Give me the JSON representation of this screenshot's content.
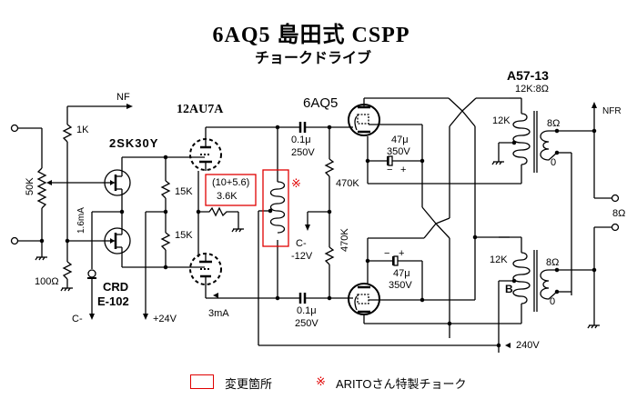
{
  "title": "6AQ5 島田式 CSPP",
  "subtitle": "チョークドライブ",
  "components": {
    "input_pot": "50K",
    "r_1k": "1K",
    "r_100": "100Ω",
    "fet": "2SK30Y",
    "fet_current": "1.6mA",
    "crd_name": "CRD",
    "crd_part": "E-102",
    "c_minus_left": "C-",
    "plus24": "+24V",
    "r15k_top": "15K",
    "r15k_bottom": "15K",
    "driver_tube": "12AU7A",
    "cathode_r_top": "(10+5.6)",
    "cathode_r_bottom": "3.6K",
    "driver_current": "3mA",
    "coupling_cap_top_value": "0.1μ",
    "coupling_cap_top_voltage": "250V",
    "coupling_cap_bottom_value": "0.1μ",
    "coupling_cap_bottom_voltage": "250V",
    "choke_mark": "※",
    "grid_bias_label": "C-",
    "grid_bias_voltage": "-12V",
    "grid_r_top": "470K",
    "grid_r_bottom": "470K",
    "output_tube": "6AQ5",
    "cap_top_value": "47μ",
    "cap_top_voltage": "350V",
    "cap_bottom_value": "47μ",
    "cap_bottom_voltage": "350V",
    "cap_minus": "−",
    "cap_plus": "+",
    "b_plus": "240V",
    "transformer": "A57-13",
    "transformer_ratio": "12K:8Ω",
    "primary_top": "12K",
    "primary_bottom": "12K",
    "b_label": "B",
    "secondary_top_hot": "8Ω",
    "secondary_top_cold": "0",
    "secondary_bottom_hot": "8Ω",
    "secondary_bottom_cold": "0",
    "nf_label": "NF",
    "nfr_label": "NFR",
    "speaker_out": "8Ω"
  },
  "legend": {
    "changed_label": "変更箇所",
    "choke_mark": "※",
    "choke_label": "ARITOさん特製チョーク"
  },
  "colors": {
    "highlight": "#e00000",
    "wire": "#000000"
  }
}
